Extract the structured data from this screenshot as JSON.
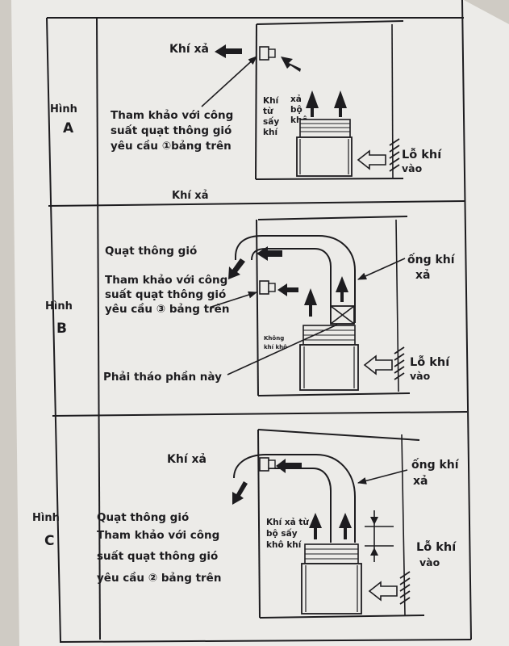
{
  "figure_a": {
    "row_label_1": "Hình",
    "row_label_2": "A",
    "exhaust_label": "Khí xả",
    "ref_line_1": "Tham khảo với công",
    "ref_line_2": "suất quạt thông gió",
    "ref_line_3": "yêu cầu ①bảng trên",
    "dryer_exhaust_col1": [
      "Khí",
      "từ",
      "sấy",
      "khí"
    ],
    "dryer_exhaust_col2": [
      "xả",
      "bộ",
      "khô"
    ],
    "inlet_line_1": "Lỗ khí",
    "inlet_line_2": "vào"
  },
  "figure_b": {
    "top_label": "Khí xả",
    "row_label_1": "Hình",
    "row_label_2": "B",
    "fan_label": "Quạt thông gió",
    "ref_line_1": "Tham khảo với công",
    "ref_line_2": "suất quạt thông gió",
    "ref_line_3": "yêu cầu ③ bảng trên",
    "duct_line_1": "ống khí",
    "duct_line_2": "xả",
    "small_label_1": "Không",
    "small_label_2": "khí khô",
    "remove_label": "Phải tháo phần này",
    "inlet_line_1": "Lỗ khí",
    "inlet_line_2": "vào"
  },
  "figure_c": {
    "row_label_1": "Hình",
    "row_label_2": "C",
    "exhaust_label": "Khí xả",
    "duct_line_1": "ống khí",
    "duct_line_2": "xả",
    "fan_label": "Quạt thông gió",
    "ref_line_1": "Tham khảo với công",
    "ref_line_2": "suất quạt thông gió",
    "ref_line_3": "yêu cầu ② bảng trên",
    "dryer_line_1": "Khí xả từ",
    "dryer_line_2": "bộ sấy",
    "dryer_line_3": "khô khí",
    "inlet_line_1": "Lỗ khí",
    "inlet_line_2": "vào"
  },
  "colors": {
    "paper": "#ecebe8",
    "ink": "#1d1c1f",
    "background": "#cfcbc4"
  }
}
